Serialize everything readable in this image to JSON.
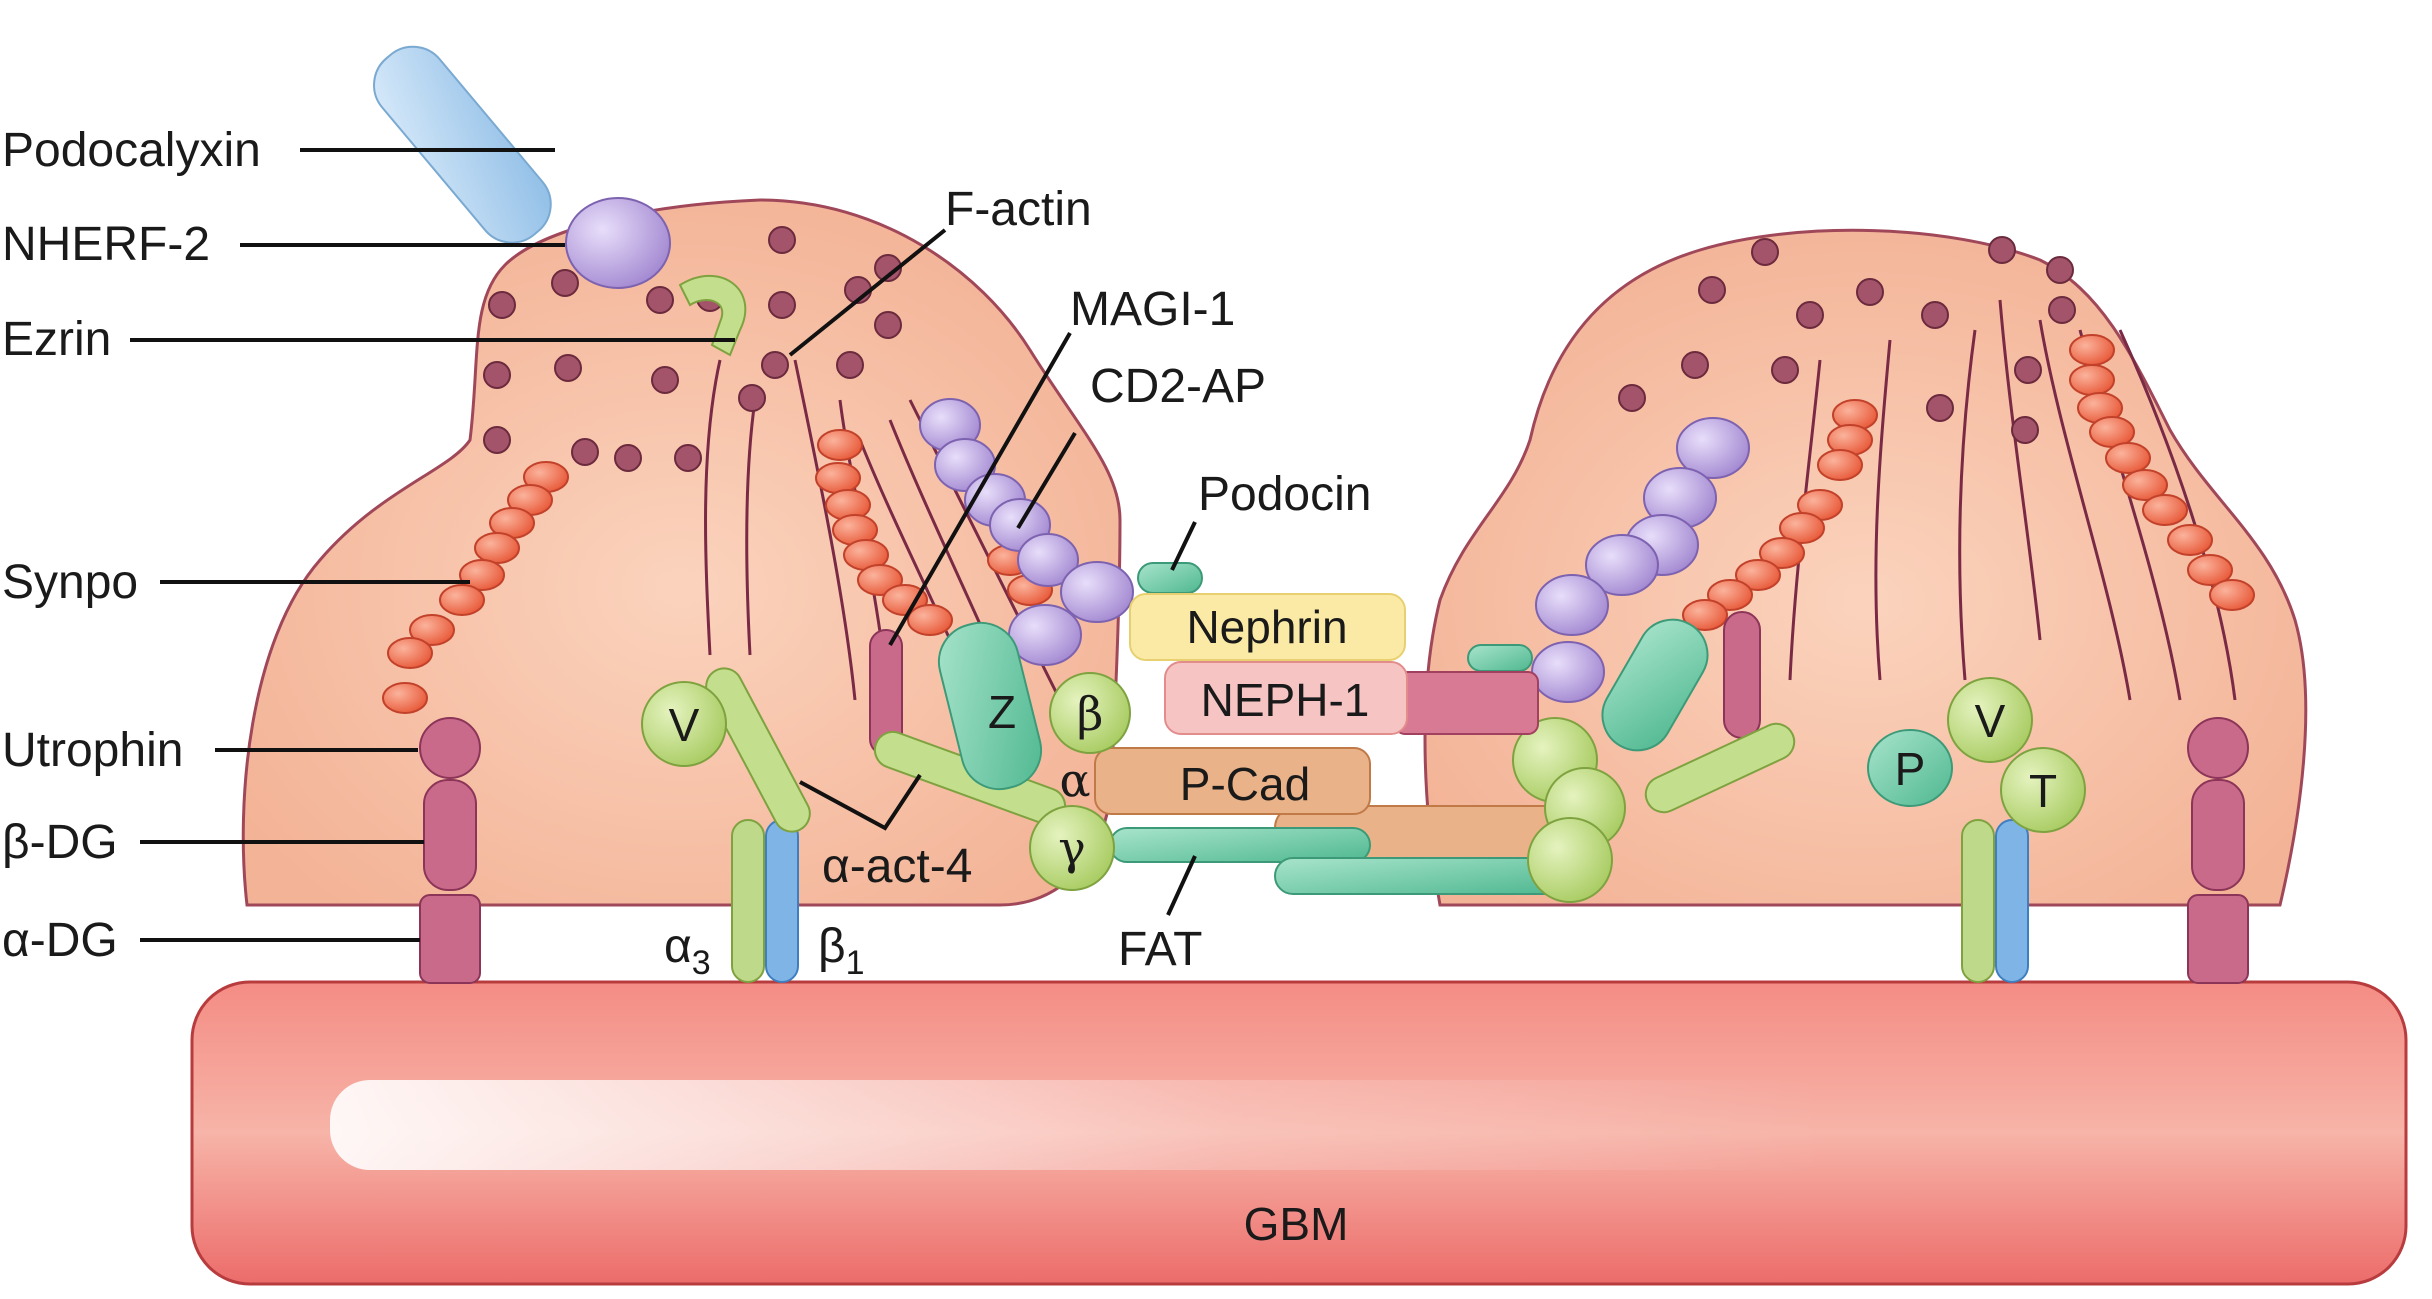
{
  "labels": {
    "podocalyxin": "Podocalyxin",
    "nherf2": "NHERF-2",
    "ezrin": "Ezrin",
    "synpo": "Synpo",
    "utrophin": "Utrophin",
    "beta_dg": "β-DG",
    "alpha_dg": "α-DG",
    "f_actin": "F-actin",
    "magi1": "MAGI-1",
    "cd2ap": "CD2-AP",
    "podocin": "Podocin",
    "nephrin": "Nephrin",
    "neph1": "NEPH-1",
    "pcad": "P-Cad",
    "alpha_act4": "α-act-4",
    "fat": "FAT",
    "alpha3": "α",
    "alpha3_sub": "3",
    "beta1": "β",
    "beta1_sub": "1",
    "gbm": "GBM"
  },
  "markers": {
    "v_left": "V",
    "z": "Z",
    "beta": "β",
    "alpha": "α",
    "gamma": "γ",
    "p": "P",
    "v_right": "V",
    "t": "T"
  },
  "colors": {
    "cell_fill": "#f6c1a6",
    "cell_stroke": "#a0485a",
    "gbm": "#ec6c6a",
    "dot_dark": "#a3546a",
    "dot_orange": "#ef6a4a",
    "purple": "#b5a1dc",
    "teal": "#6cc9a8",
    "green": "#bfd98a",
    "mauve": "#c96a8a",
    "blue": "#a9cdec",
    "nephrin": "#fbeaa5",
    "neph1": "#f7c4c4",
    "pcad": "#e9b288"
  }
}
